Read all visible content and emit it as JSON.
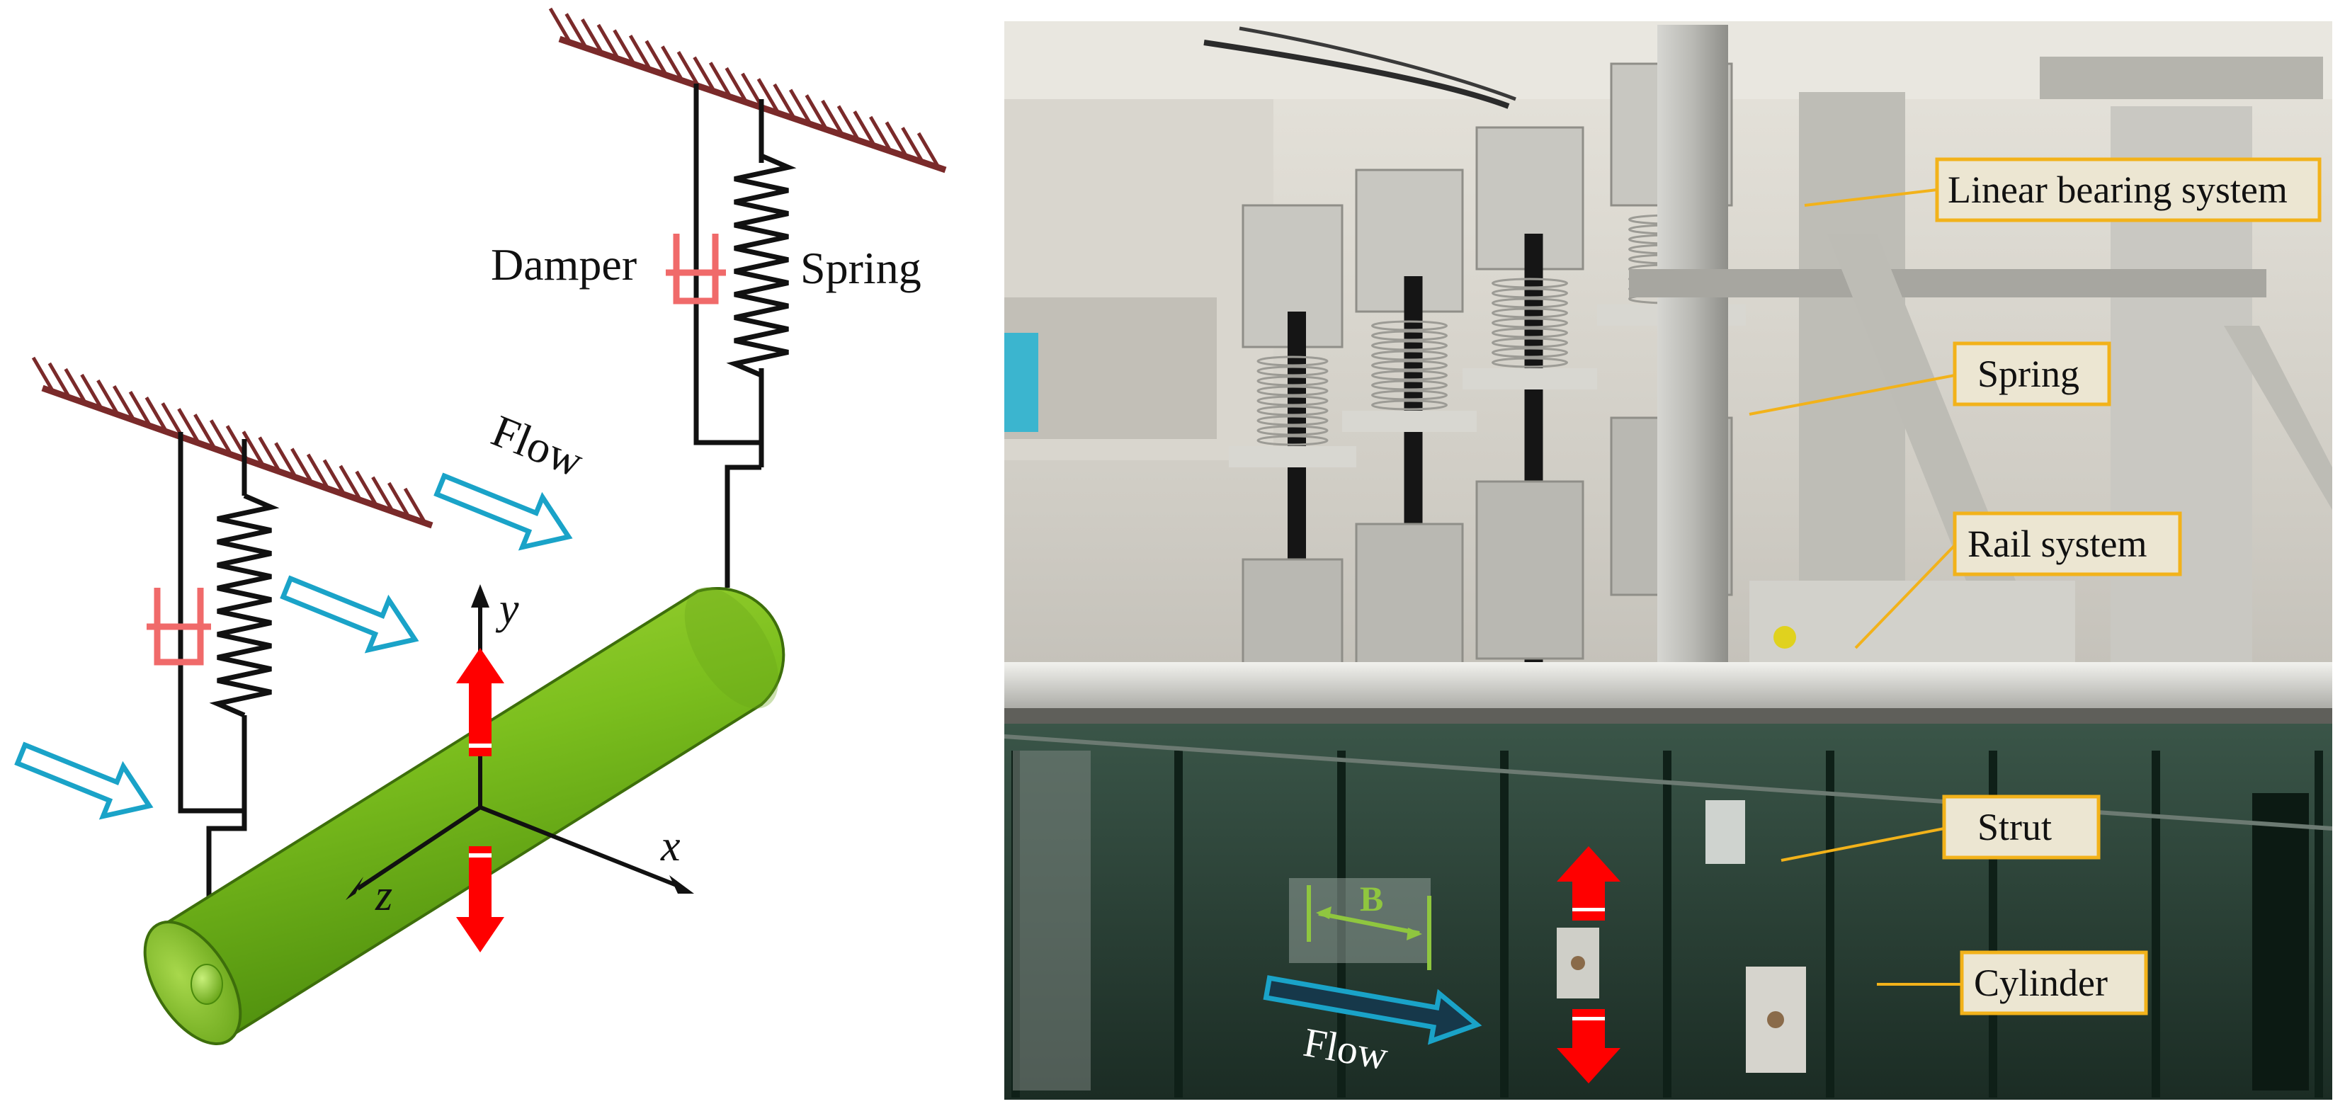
{
  "left_diagram": {
    "labels": {
      "damper": "Damper",
      "spring": "Spring",
      "flow": "Flow"
    },
    "axes": {
      "x": "x",
      "y": "y",
      "z": "z"
    }
  },
  "photo": {
    "callouts": {
      "linear_bearing": "Linear bearing system",
      "spring": "Spring",
      "rail": "Rail system",
      "strut": "Strut",
      "cylinder": "Cylinder"
    },
    "spacing_label": "B",
    "flow_label": "Flow"
  },
  "colors": {
    "cylinder_green": "#7cbf1e",
    "flow_arrow": "#1aa3c8",
    "force_arrow": "#ff0000",
    "damper": "#f06a6a",
    "ground": "#7a2a2a",
    "callout_fill": "#ece6d2",
    "callout_border": "#f2b21a",
    "spacing_marker": "#8fc63f"
  }
}
